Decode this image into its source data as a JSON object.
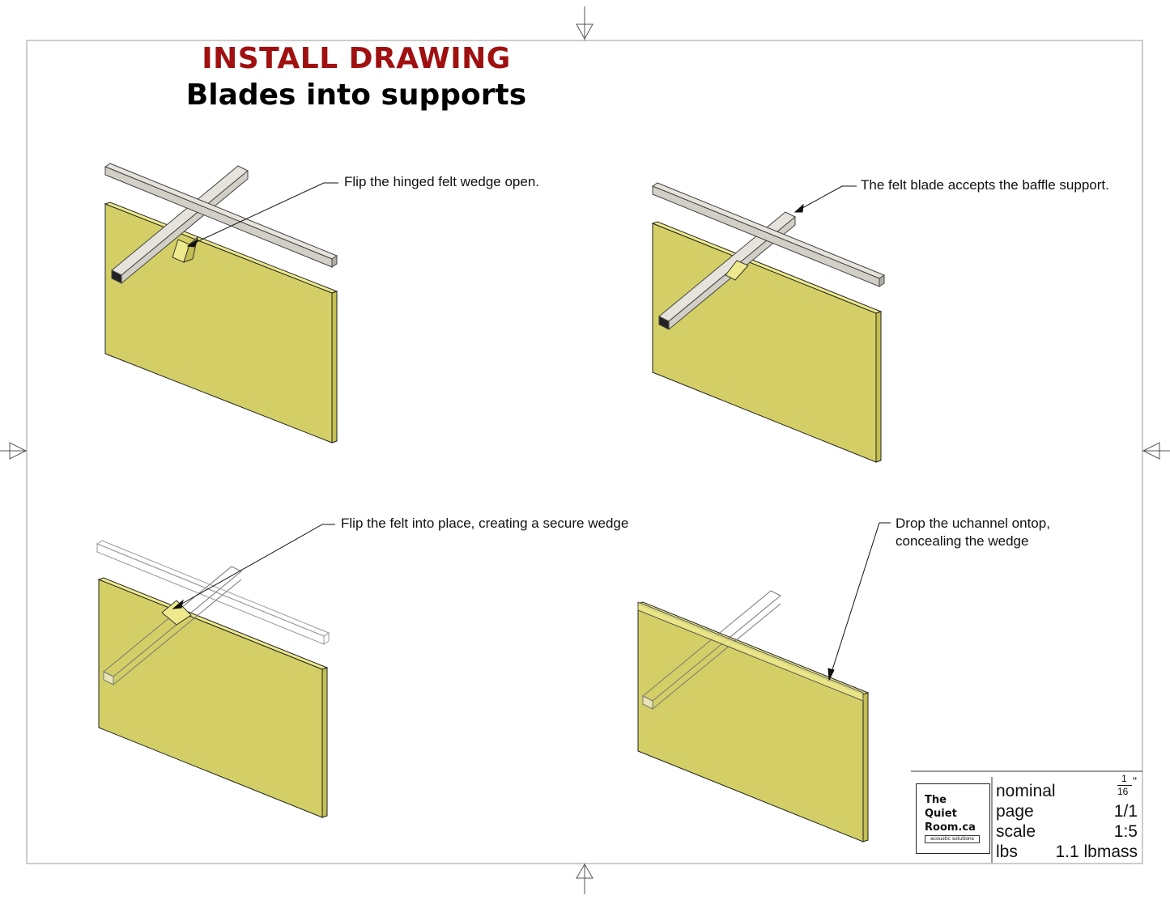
{
  "title": {
    "line1": "INSTALL DRAWING",
    "line2": "Blades into supports"
  },
  "callouts": [
    {
      "text": "Flip the hinged felt wedge open."
    },
    {
      "text": "The felt blade accepts the baffle support."
    },
    {
      "text": "Flip the felt into place, creating a secure wedge"
    },
    {
      "line1": "Drop the uchannel ontop,",
      "line2": "concealing the wedge"
    }
  ],
  "title_block": {
    "logo": {
      "line1": "The",
      "line2": "Quiet",
      "line3": "Room.ca",
      "tagline": "acoustic solutions"
    },
    "rows": [
      {
        "label": "nominal",
        "value_num": "1",
        "value_den": "16",
        "value_unit": "\""
      },
      {
        "label": "page",
        "value": "1/1"
      },
      {
        "label": "scale",
        "value": "1:5"
      },
      {
        "label": "lbs",
        "value": "1.1 lbmass"
      }
    ]
  },
  "colors": {
    "felt": "#d3cf66",
    "felt_dark": "#c4bf52",
    "felt_edge": "#ede98c",
    "steel": "#d2cfc7",
    "steel_dark": "#b3afa7",
    "steel_top": "#e6e3dc",
    "title_red": "#a01010",
    "line": "#111111"
  }
}
